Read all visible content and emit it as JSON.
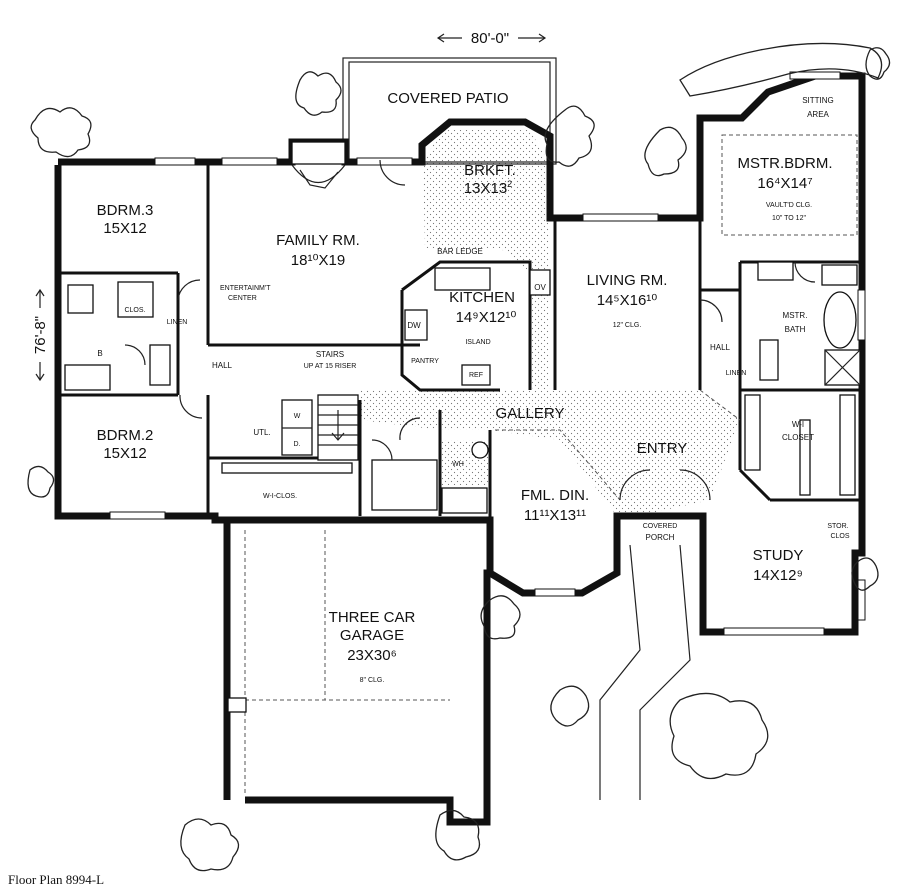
{
  "plan": {
    "overall_width": "80'-0\"",
    "overall_depth": "76'-8\"",
    "caption": "Floor Plan 8994-L"
  },
  "rooms": {
    "covered_patio": {
      "name": "COVERED PATIO"
    },
    "brkft": {
      "name": "BRKFT.",
      "size": "13X13",
      "sup": "2"
    },
    "mstr_bdrm": {
      "name": "MSTR.BDRM.",
      "size": "16⁴X14⁷",
      "note1": "VAULT'D CLG.",
      "note2": "10\" TO 12\""
    },
    "sitting_area": {
      "line1": "SITTING",
      "line2": "AREA"
    },
    "bdrm3": {
      "name": "BDRM.3",
      "size": "15X12"
    },
    "family_rm": {
      "name": "FAMILY RM.",
      "size": "18¹⁰X19"
    },
    "entertainment": {
      "line1": "ENTERTAINM'T",
      "line2": "CENTER"
    },
    "bar_ledge": {
      "name": "BAR LEDGE"
    },
    "kitchen": {
      "name": "KITCHEN",
      "size": "14⁹X12¹⁰"
    },
    "living_rm": {
      "name": "LIVING RM.",
      "size": "14⁵X16¹⁰",
      "note": "12\" CLG."
    },
    "mstr_bath": {
      "line1": "MSTR.",
      "line2": "BATH"
    },
    "clos": {
      "name": "CLOS."
    },
    "linen_left": {
      "name": "LINEN"
    },
    "linen_right": {
      "name": "LINEN"
    },
    "hall_left": {
      "name": "HALL"
    },
    "hall_right": {
      "name": "HALL"
    },
    "stairs": {
      "name": "STAIRS",
      "note": "UP AT 15 RISER"
    },
    "dw": {
      "name": "DW"
    },
    "ov": {
      "name": "OV"
    },
    "island": {
      "name": "ISLAND"
    },
    "pantry": {
      "name": "PANTRY"
    },
    "ref": {
      "name": "REF"
    },
    "bath_b": {
      "name": "B"
    },
    "bdrm2": {
      "name": "BDRM.2",
      "size": "15X12"
    },
    "utl": {
      "name": "UTL."
    },
    "washer": {
      "name": "W"
    },
    "dryer": {
      "name": "D."
    },
    "wi_clos": {
      "name": "W-I-CLOS."
    },
    "gallery": {
      "name": "GALLERY"
    },
    "entry": {
      "name": "ENTRY"
    },
    "wi_closet": {
      "line1": "W-I",
      "line2": "CLOSET"
    },
    "wh": {
      "name": "WH"
    },
    "fml_din": {
      "name": "FML. DIN.",
      "size": "11¹¹X13¹¹"
    },
    "covered_porch": {
      "line1": "COVERED",
      "line2": "PORCH"
    },
    "stor_clos": {
      "line1": "STOR.",
      "line2": "CLOS"
    },
    "study": {
      "name": "STUDY",
      "size": "14X12⁹"
    },
    "garage": {
      "line1": "THREE CAR",
      "line2": "GARAGE",
      "size": "23X30⁶",
      "note": "8\" CLG."
    }
  }
}
